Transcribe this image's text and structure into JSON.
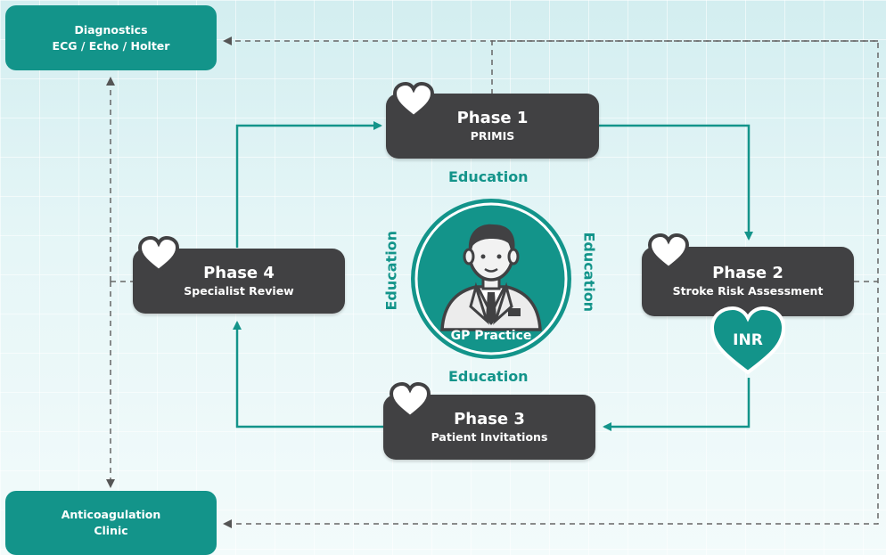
{
  "diagnostics": {
    "line1": "Diagnostics",
    "line2": "ECG / Echo / Holter"
  },
  "anticoag": {
    "line1": "Anticoagulation",
    "line2": "Clinic"
  },
  "phases": [
    {
      "title": "Phase 1",
      "subtitle": "PRIMIS"
    },
    {
      "title": "Phase 2",
      "subtitle": "Stroke Risk Assessment"
    },
    {
      "title": "Phase 3",
      "subtitle": "Patient Invitations"
    },
    {
      "title": "Phase 4",
      "subtitle": "Specialist Review"
    }
  ],
  "education": {
    "top": "Education",
    "bottom": "Education",
    "left": "Education",
    "right": "Education"
  },
  "center": {
    "label": "GP Practice"
  },
  "badge": {
    "label": "INR"
  },
  "colors": {
    "teal": "#13948a",
    "dark": "#414143",
    "background": "#dff3f4"
  },
  "icons": [
    "heart-icon",
    "doctor-icon",
    "arrow-icon"
  ]
}
